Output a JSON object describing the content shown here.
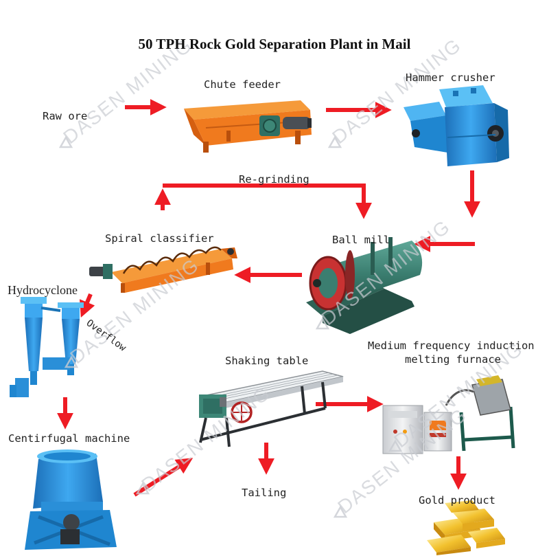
{
  "title": "50 TPH Rock Gold Separation Plant  in Mail",
  "labels": {
    "raw_ore": "Raw ore",
    "chute_feeder": "Chute feeder",
    "hammer_crusher": "Hammer crusher",
    "re_grinding": "Re-grinding",
    "spiral_classifier": "Spiral classifier",
    "ball_mill": "Ball mill",
    "hydrocyclone": "Hydrocyclone",
    "overflow": "Overflow",
    "medium_frequency_line1": "Medium frequency induction",
    "medium_frequency_line2": "melting furnace",
    "shaking_table": "Shaking table",
    "centrifugal_machine": "Centirfugal machine",
    "tailing": "Tailing",
    "gold_product": "Gold product"
  },
  "watermark": "DASEN MINING",
  "colors": {
    "arrow": "#ee1c24",
    "orange_equipment": "#f07a1e",
    "blue_equipment": "#2a8fd8",
    "green_equipment": "#2f6f63",
    "gold": "#f2c12e",
    "watermark": "#c9ccd2"
  }
}
